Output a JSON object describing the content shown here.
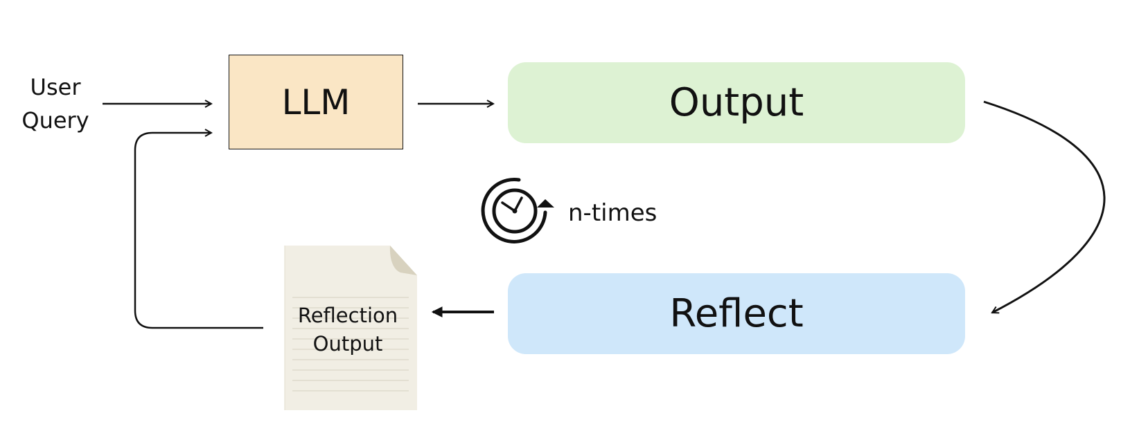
{
  "nodes": {
    "user_query": {
      "line1": "User",
      "line2": "Query"
    },
    "llm": {
      "label": "LLM"
    },
    "output": {
      "label": "Output"
    },
    "reflect": {
      "label": "Reflect"
    },
    "reflection_output": {
      "line1": "Reflection",
      "line2": "Output"
    }
  },
  "loop": {
    "label": "n-times",
    "icon": "repeat-timer-icon"
  },
  "colors": {
    "llm_fill": "#fae6c5",
    "output_fill": "#ddf2d3",
    "reflect_fill": "#cfe7fa",
    "paper_fill": "#f1eee4",
    "stroke": "#111111"
  }
}
